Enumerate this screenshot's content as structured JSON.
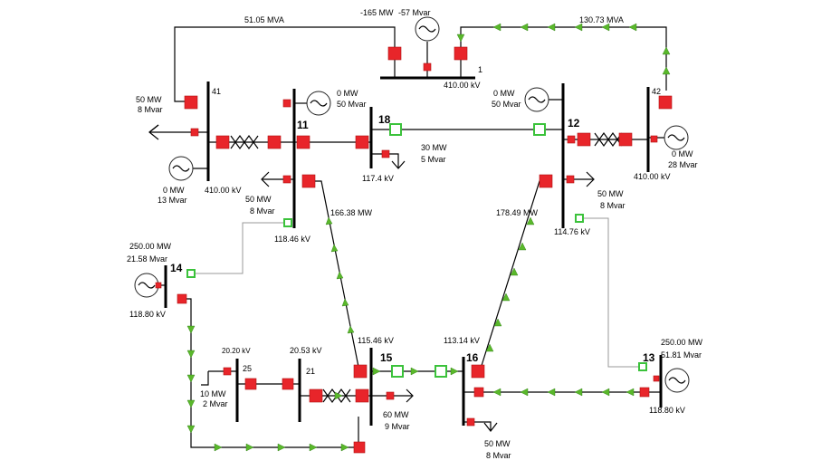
{
  "labels": {
    "top_flow_left": "51.05 MVA",
    "top_flow_right": "130.73 MVA",
    "gen1_mw": "-165 MW",
    "gen1_mvar": "-57 Mvar",
    "bus1_num": "1",
    "bus1_kv": "410.00 kV",
    "bus41_num": "41",
    "load41_mw": "50 MW",
    "load41_mvar": "8 Mvar",
    "gen41_mw": "0 MW",
    "gen41_mvar": "13 Mvar",
    "bus41_kv": "410.00 kV",
    "bus11_num": "11",
    "gen11_mw": "0 MW",
    "gen11_mvar": "50 Mvar",
    "load11_mw": "50 MW",
    "load11_mvar": "8 Mvar",
    "bus11_kv": "118.46 kV",
    "bus18_num": "18",
    "load18_mw": "30 MW",
    "load18_mvar": "5 Mvar",
    "bus18_kv": "117.4 kV",
    "bus12_num": "12",
    "gen12_mw": "0 MW",
    "gen12_mvar": "50 Mvar",
    "load12_mw": "50 MW",
    "load12_mvar": "8 Mvar",
    "bus12_kv": "114.76 kV",
    "bus42_num": "42",
    "gen42_mw": "0 MW",
    "gen42_mvar": "28 Mvar",
    "bus42_kv": "410.00 kV",
    "flow_11_15": "166.38 MW",
    "flow_12_16": "178.49 MW",
    "gen14_mw": "250.00 MW",
    "gen14_mvar": "21.58 Mvar",
    "bus14_num": "14",
    "bus14_kv": "118.80 kV",
    "bus25_kv": "20.20 kV",
    "bus25_num": "25",
    "load25_mw": "10 MW",
    "load25_mvar": "2 Mvar",
    "bus21_kv": "20.53 kV",
    "bus21_num": "21",
    "bus15_kv": "115.46 kV",
    "bus15_num": "15",
    "load15_mw": "60 MW",
    "load15_mvar": "9 Mvar",
    "bus16_kv": "113.14 kV",
    "bus16_num": "16",
    "load16_mw": "50 MW",
    "load16_mvar": "8 Mvar",
    "gen13_mw": "250.00 MW",
    "gen13_mvar": "51.81 Mvar",
    "bus13_num": "13",
    "bus13_kv": "118.80 kV"
  },
  "colors": {
    "breaker": "#e8252a",
    "open_breaker": "#3bc23b",
    "flow_arrow": "#5ab82b",
    "line": "#000000"
  }
}
